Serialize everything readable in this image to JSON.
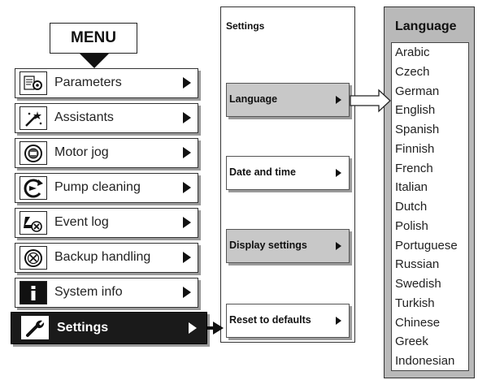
{
  "menu": {
    "title": "MENU",
    "items": [
      {
        "label": "Parameters",
        "icon": "parameters-gear-icon"
      },
      {
        "label": "Assistants",
        "icon": "assistant-wand-icon"
      },
      {
        "label": "Motor jog",
        "icon": "motor-icon"
      },
      {
        "label": "Pump cleaning",
        "icon": "pump-cleaning-icon"
      },
      {
        "label": "Event log",
        "icon": "event-log-icon"
      },
      {
        "label": "Backup handling",
        "icon": "backup-icon"
      },
      {
        "label": "System info",
        "icon": "info-icon"
      },
      {
        "label": "Settings",
        "icon": "wrench-icon",
        "active": true
      }
    ]
  },
  "settings": {
    "title": "Settings",
    "items": [
      {
        "label": "Language",
        "highlighted": true
      },
      {
        "label": "Date and time",
        "highlighted": false
      },
      {
        "label": "Display settings",
        "highlighted": true
      },
      {
        "label": "Reset to defaults",
        "highlighted": false
      }
    ]
  },
  "language": {
    "title": "Language",
    "items": [
      "Arabic",
      "Czech",
      "German",
      "English",
      "Spanish",
      "Finnish",
      "French",
      "Italian",
      "Dutch",
      "Polish",
      "Portuguese",
      "Russian",
      "Swedish",
      "Turkish",
      "Chinese",
      "Greek",
      "Indonesian"
    ]
  },
  "colors": {
    "active_background": "#1a1a1a",
    "highlight": "#c8c8c8",
    "language_panel": "#b9b9b9"
  }
}
